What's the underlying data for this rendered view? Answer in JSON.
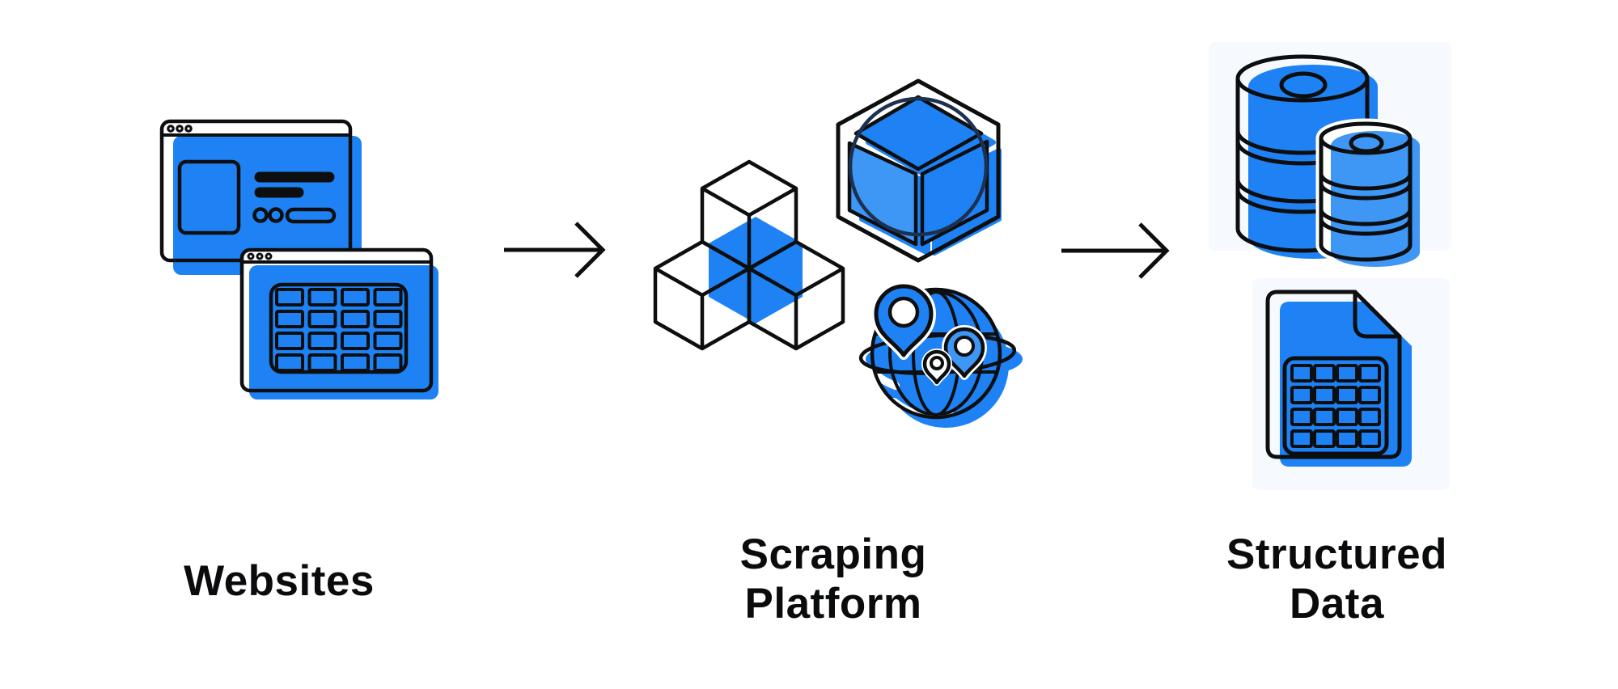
{
  "colors": {
    "background": "#ffffff",
    "accent": "#1e82f5",
    "accent_light": "#3e96f5",
    "ink": "#0d0e10",
    "circle_stroke": "#1c3150",
    "label": "#0a0b0d",
    "backdrop": "#f6f9fd"
  },
  "stages": [
    {
      "id": "websites",
      "label": "Websites",
      "icons": [
        "browser-window",
        "table-browser-window"
      ]
    },
    {
      "id": "scraping-platform",
      "label": "Scraping Platform",
      "icons": [
        "isometric-cube-stack",
        "open-cube-sphere",
        "globe-location-pins"
      ]
    },
    {
      "id": "structured-data",
      "label": "Structured Data",
      "icons": [
        "database-cylinders",
        "spreadsheet-file"
      ]
    }
  ],
  "connectors": [
    {
      "type": "arrow-right"
    },
    {
      "type": "arrow-right"
    }
  ]
}
